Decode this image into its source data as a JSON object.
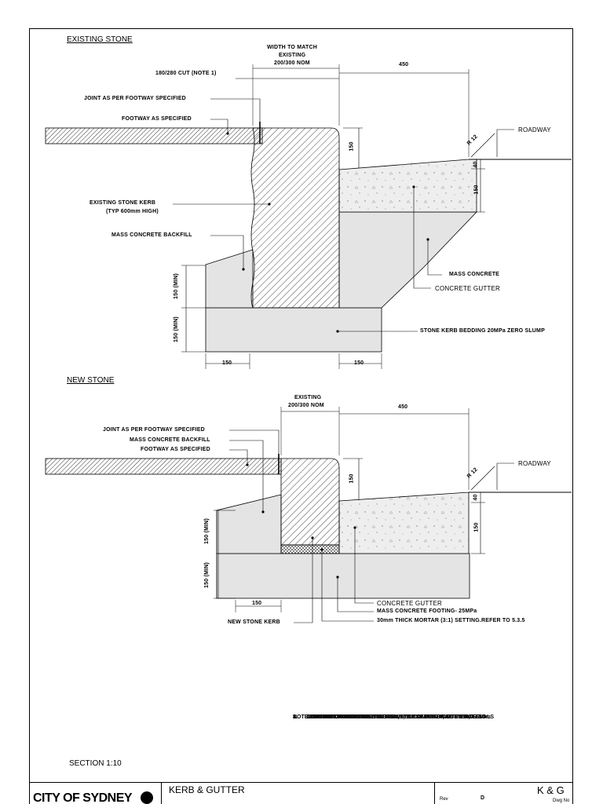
{
  "sections": {
    "existing": {
      "heading": "EXISTING STONE",
      "labels": {
        "width_to_match": "WIDTH TO MATCH",
        "existing": "EXISTING",
        "dim_200_300": "200/300 NOM",
        "dim_450": "450",
        "cut": "180/280 CUT (NOTE 1)",
        "joint": "JOINT AS PER FOOTWAY SPECIFIED",
        "footway": "FOOTWAY AS SPECIFIED",
        "roadway": "ROADWAY",
        "r12": "R 12",
        "dim_150_top": "150",
        "dim_40": "40",
        "dim_150_gutter": "150",
        "kerb": "EXISTING STONE KERB",
        "kerb_sub": "(TYP 600mm HIGH)",
        "backfill": "MASS CONCRETE BACKFILL",
        "mass_concrete": "MASS CONCRETE",
        "gutter": "CONCRETE GUTTER",
        "bedding": "STONE KERB BEDDING 20MPa ZERO SLUMP",
        "dim_150_min_1": "150 (MIN)",
        "dim_150_min_2": "150 (MIN)",
        "dim_150_bl": "150",
        "dim_150_br": "150"
      }
    },
    "new": {
      "heading": "NEW STONE",
      "labels": {
        "existing": "EXISTING",
        "dim_200_300": "200/300 NOM",
        "dim_450": "450",
        "joint": "JOINT AS PER FOOTWAY SPECIFIED",
        "backfill": "MASS CONCRETE BACKFILL",
        "footway": "FOOTWAY AS SPECIFIED",
        "roadway": "ROADWAY",
        "r12": "R 12",
        "dim_150_top": "150",
        "dim_40": "40",
        "dim_150_gutter": "150",
        "dim_150_min_1": "150 (MIN)",
        "dim_150_min_2": "150 (MIN)",
        "dim_150_b": "150",
        "gutter": "CONCRETE GUTTER",
        "footing": "MASS CONCRETE FOOTING- 25MPa",
        "new_kerb": "NEW STONE KERB",
        "mortar": "30mm THICK MORTAR (3:1) SETTING.REFER TO 5.3.5"
      }
    }
  },
  "notes": [
    "NOTE:",
    "1.      CONSULT CITY'S REPRESENTATIVE TO CONFIRM WIDTH PRIOR TO",
    "         CUTTING STONE KERB",
    "2.      ALL DIMENSIONS IN MILLIMETRES UNLESS OTHERWISE STATED",
    "3.      JOINTS IN CONCRETE GUTTERS:",
    "         - CONTRACTION JOINT: WIDTH 5mm, 20mm DEPTH, AT 3m INTERVALS",
    "         - EXPANSION JOINT: WIDTH 15mm, FULL DEPTH OF GUTTER, AT 15m",
    "           INTERVALS"
  ],
  "scale": "SECTION 1:10",
  "title_block": {
    "logo": "CITY OF SYDNEY",
    "title": "KERB & GUTTER",
    "rev_label": "Rev",
    "rev_value": "D",
    "code": "K & G",
    "dwg_label": "Dwg No"
  }
}
